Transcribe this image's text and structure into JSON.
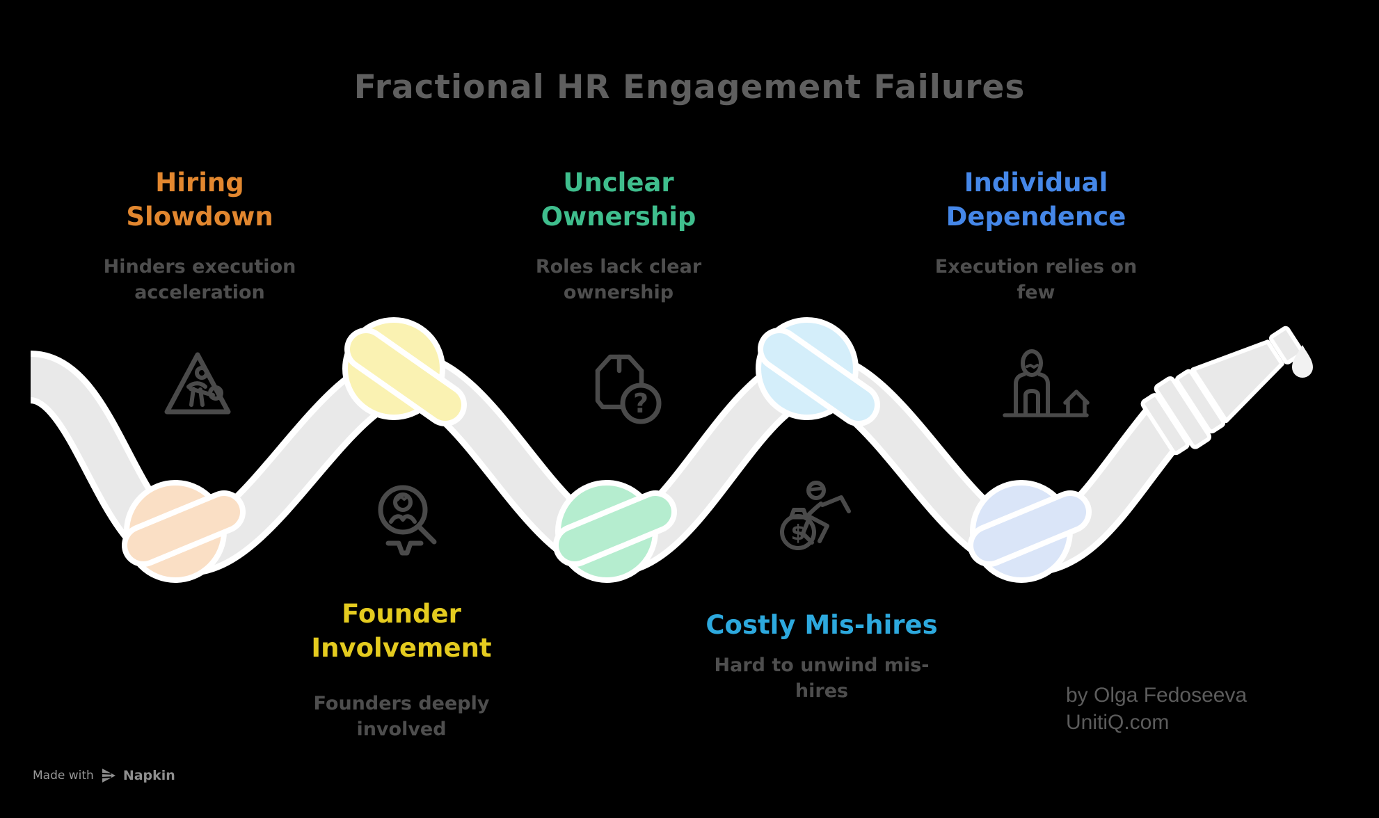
{
  "title": "Fractional HR Engagement Failures",
  "failures": [
    {
      "name": "Hiring Slowdown",
      "label": "Hiring\nSlowdown",
      "description": "Hinders execution\nacceleration",
      "color": "#E2872F",
      "knot_color": "#FADFC5",
      "icon": "road-work-icon"
    },
    {
      "name": "Founder Involvement",
      "label": "Founder\nInvolvement",
      "description": "Founders deeply\ninvolved",
      "color": "#E4CB1F",
      "knot_color": "#FAF2B2",
      "icon": "candidate-search-icon"
    },
    {
      "name": "Unclear Ownership",
      "label": "Unclear\nOwnership",
      "description": "Roles lack clear\nownership",
      "color": "#3FBE8D",
      "knot_color": "#B5EDCF",
      "icon": "package-question-icon"
    },
    {
      "name": "Costly Mis-hires",
      "label": "Costly Mis-hires",
      "description": "Hard to unwind mis-\nhires",
      "color": "#2DA9DE",
      "knot_color": "#D4EEFA",
      "icon": "money-escape-icon"
    },
    {
      "name": "Individual Dependence",
      "label": "Individual\nDependence",
      "description": "Execution relies on\nfew",
      "color": "#4587E8",
      "knot_color": "#DAE5F8",
      "icon": "person-house-icon"
    }
  ],
  "icon_glyphs": {
    "question": "?",
    "dollar": "$"
  },
  "attribution": {
    "by": "by Olga Fedoseeva",
    "site": "UnitiQ.com"
  },
  "footer": {
    "made_with": "Made with",
    "brand": "Napkin"
  },
  "colors": {
    "background": "#000000",
    "rope": "#E9E9E9",
    "rope_outline": "#FFFFFF",
    "droplet": "#F2F2F2",
    "icon_stroke": "#4A4A4A",
    "title": "#5F5F5F",
    "description": "#4E4E4E",
    "attribution": "#5C5C5C",
    "footer_text": "#989898",
    "footer_brand": "#8F8F8F"
  }
}
